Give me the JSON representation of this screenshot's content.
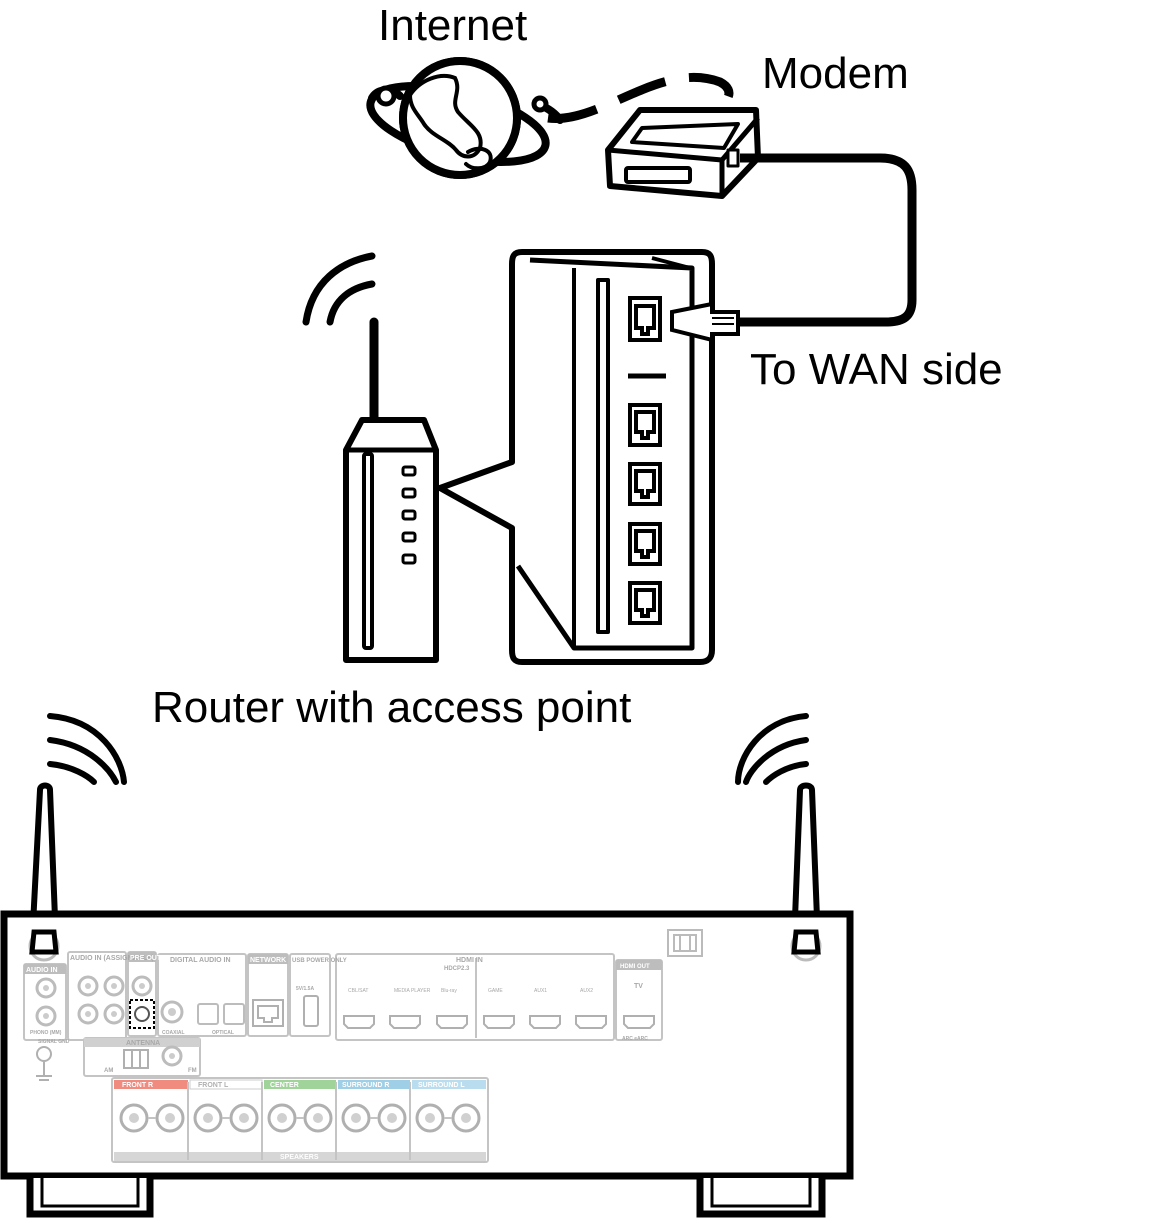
{
  "labels": {
    "internet": "Internet",
    "modem": "Modem",
    "wan": "To WAN side",
    "router": "Router with access point"
  },
  "receiver": {
    "audio_in": "AUDIO IN",
    "audio_assignable": "AUDIO IN (ASSIGNABLE)",
    "pre_out": "PRE OUT",
    "digital_audio": "DIGITAL AUDIO IN",
    "network": "NETWORK",
    "usb": "USB POWER ONLY",
    "usb_rating": "5V/1.5A",
    "hdmi_in": "HDMI IN",
    "hdcp": "HDCP2.3",
    "hdmi_out": "HDMI OUT",
    "tv": "TV",
    "arc": "ARC eARC",
    "antenna": "ANTENNA",
    "am": "AM",
    "fm": "FM",
    "signal_gnd": "SIGNAL GND",
    "phono": "PHONO (MM)",
    "coaxial": "COAXIAL",
    "optical": "OPTICAL",
    "speakers": "SPEAKERS",
    "hdmi_inputs": [
      "CBL/SAT",
      "MEDIA PLAYER",
      "Blu-ray",
      "GAME",
      "AUX1",
      "AUX2"
    ],
    "speaker_groups": [
      {
        "label": "FRONT R",
        "color": "#f08b80"
      },
      {
        "label": "FRONT L",
        "color": "#ffffff"
      },
      {
        "label": "CENTER",
        "color": "#9fd39a"
      },
      {
        "label": "SURROUND R",
        "color": "#9ecfe6"
      },
      {
        "label": "SURROUND L",
        "color": "#b9ddee"
      }
    ]
  },
  "colors": {
    "line": "#000000",
    "panel_text": "#b0b0b0",
    "panel_line": "#c4c4c4"
  }
}
